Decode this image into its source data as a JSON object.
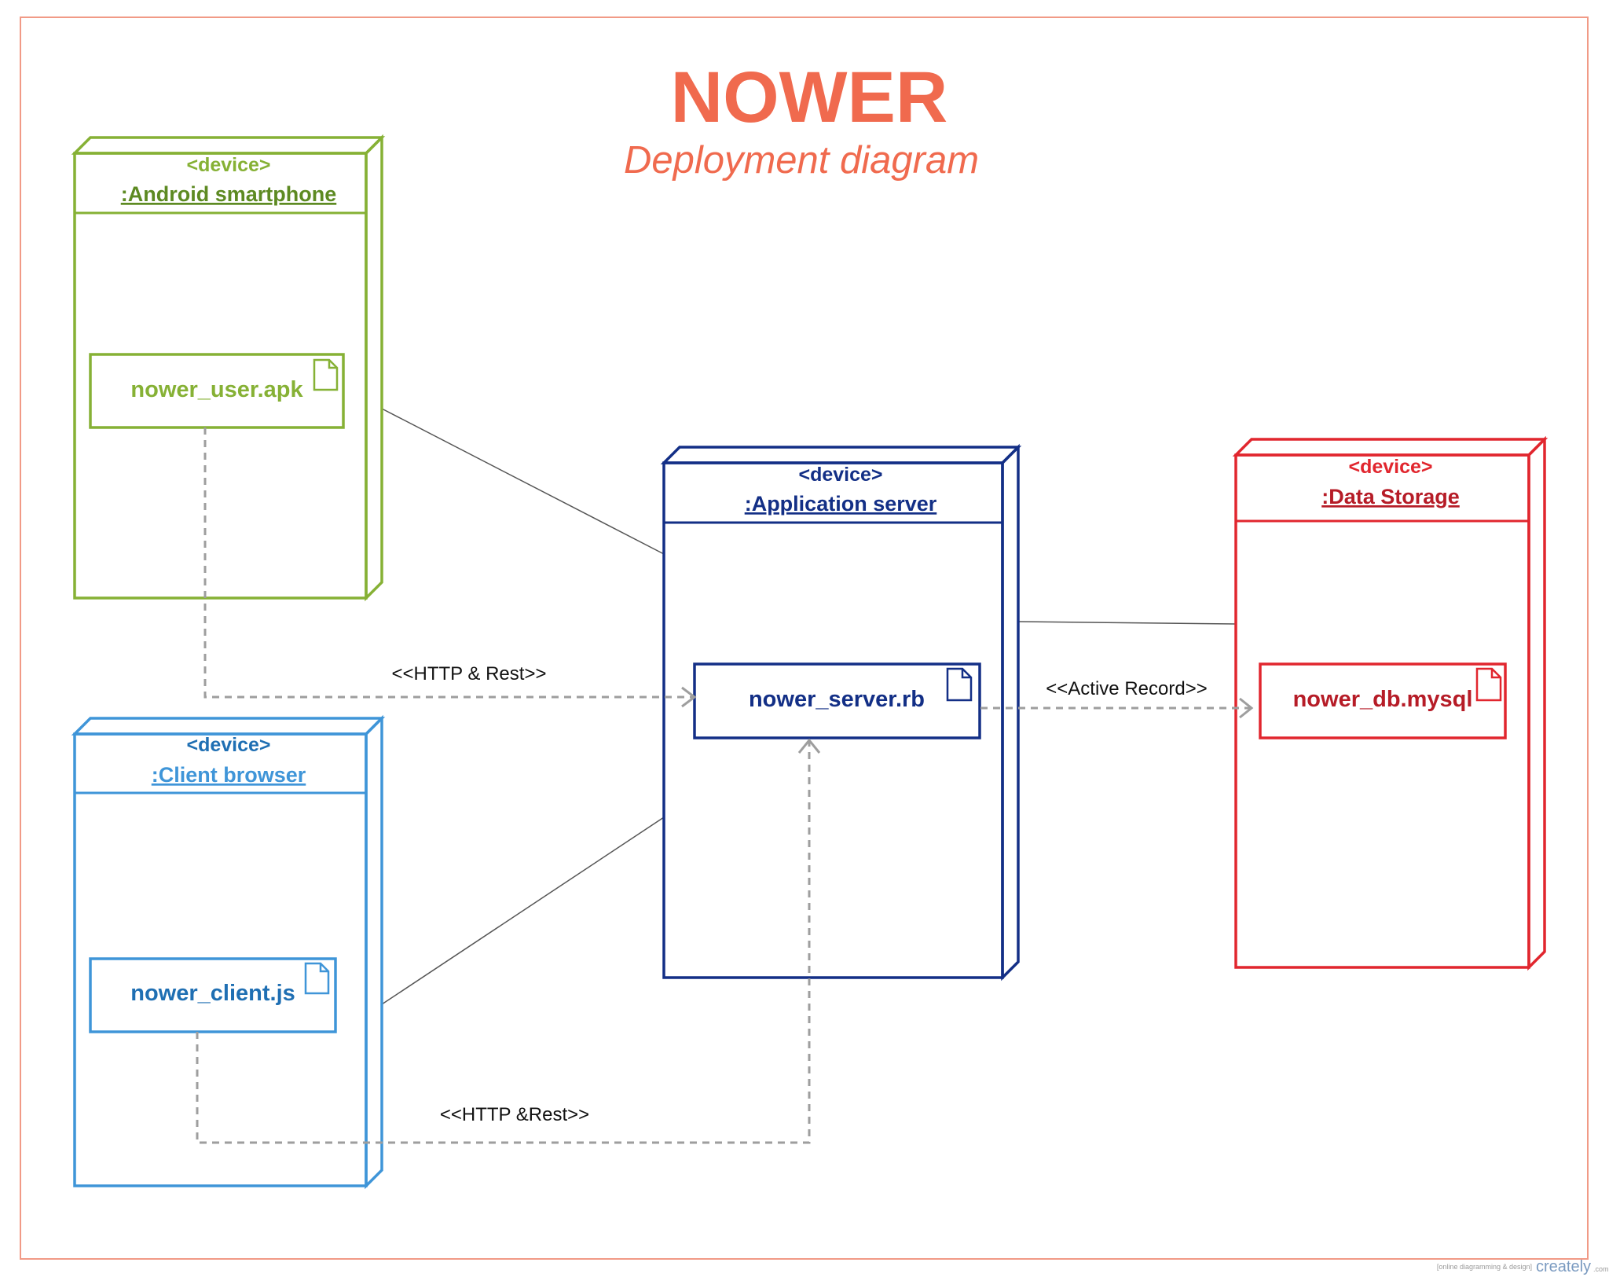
{
  "title": "NOWER",
  "subtitle": "Deployment diagram",
  "colors": {
    "title": "#f06a4e",
    "frame": "#f19a86",
    "android": "#86b135",
    "android_name": "#5d8a22",
    "browser": "#3f95d8",
    "browser_text": "#1f6fb3",
    "server": "#132f86",
    "storage": "#e1262e",
    "storage_text": "#b61c27",
    "connector": "#555555",
    "dependency": "#9e9e9e"
  },
  "nodes": {
    "android": {
      "stereotype": "<device>",
      "name": ":Android smartphone",
      "artifact": "nower_user.apk"
    },
    "browser": {
      "stereotype": "<device>",
      "name": ":Client browser",
      "artifact": "nower_client.js"
    },
    "server": {
      "stereotype": "<device>",
      "name": ":Application server",
      "artifact": "nower_server.rb"
    },
    "storage": {
      "stereotype": "<device>",
      "name": ":Data Storage",
      "artifact": "nower_db.mysql"
    }
  },
  "edges": {
    "android_to_server": "<<HTTP & Rest>>",
    "browser_to_server": "<<HTTP &Rest>>",
    "server_to_storage": "<<Active Record>>"
  },
  "watermark": {
    "tagline": "[online diagramming & design]",
    "logo": "creately",
    "suffix": ".com"
  }
}
